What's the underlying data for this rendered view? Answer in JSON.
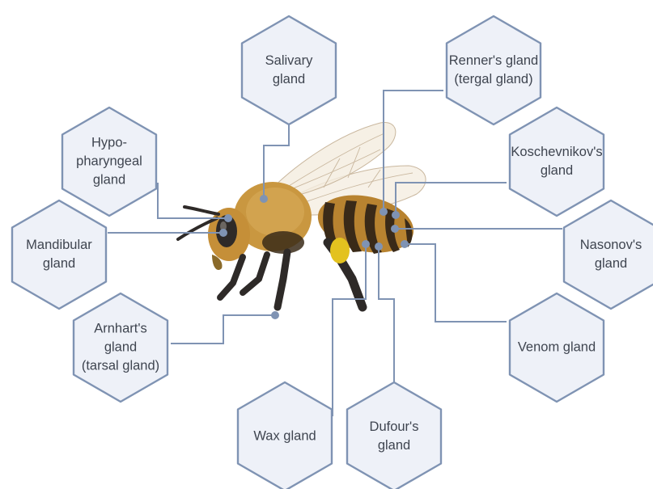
{
  "glands": {
    "salivary": [
      "Salivary",
      "gland"
    ],
    "renner": [
      "Renner's gland",
      "(tergal gland)"
    ],
    "hypopharyngeal": [
      "Hypo-",
      "pharyngeal",
      "gland"
    ],
    "koschevnikov": [
      "Koschevnikov's",
      "gland"
    ],
    "mandibular": [
      "Mandibular",
      "gland"
    ],
    "nasonov": [
      "Nasonov's",
      "gland"
    ],
    "arnhart": [
      "Arnhart's",
      "gland",
      "(tarsal gland)"
    ],
    "venom": [
      "Venom gland"
    ],
    "wax": [
      "Wax gland"
    ],
    "dufour": [
      "Dufour's",
      "gland"
    ]
  },
  "colors": {
    "hex_fill": "#eef1f8",
    "hex_stroke": "#7f93b3",
    "leader": "#7f93b3",
    "text": "#3f4550"
  }
}
